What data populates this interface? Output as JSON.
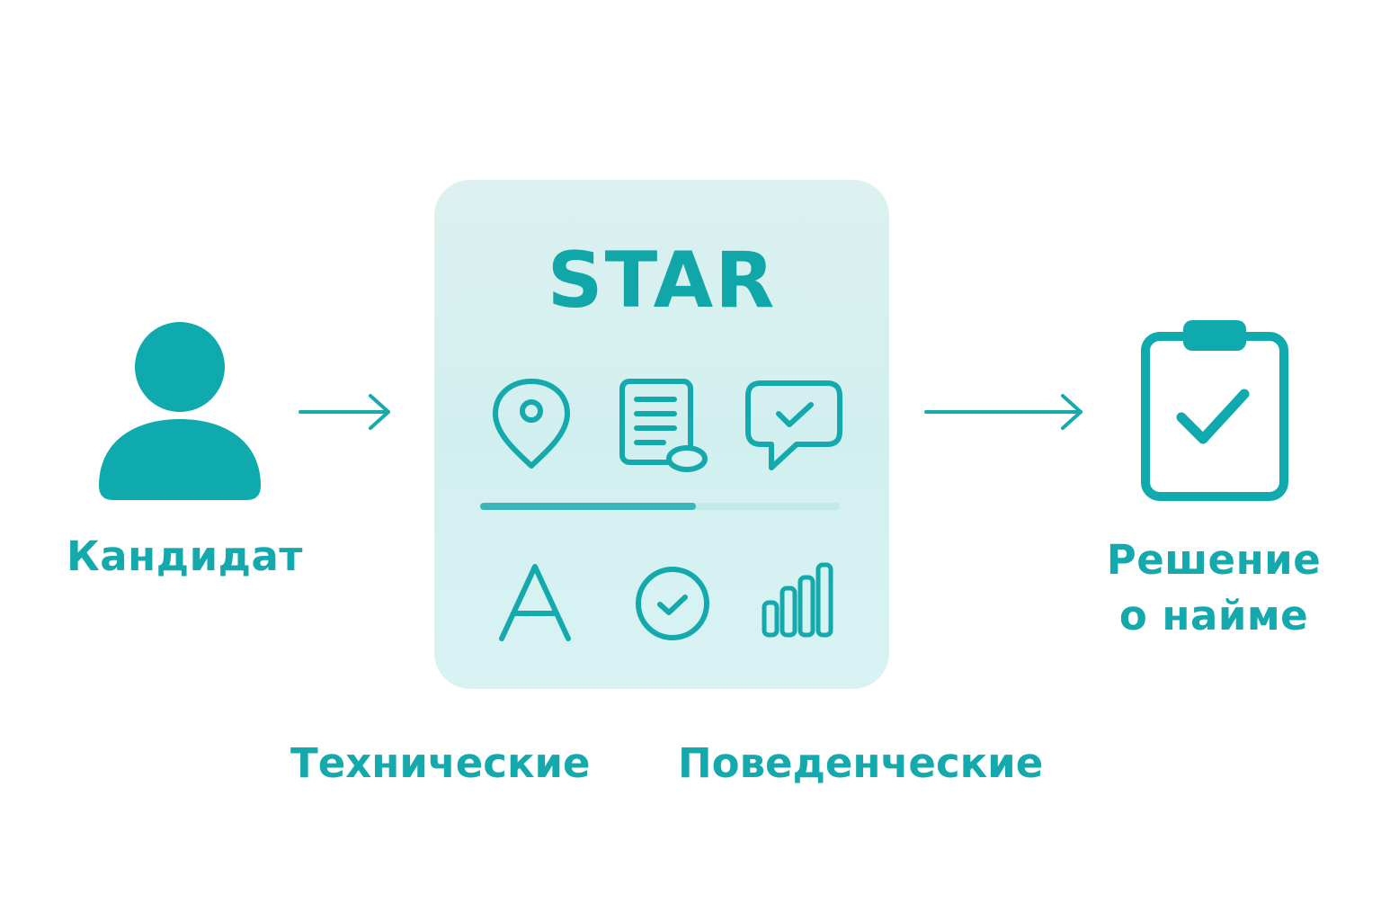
{
  "colors": {
    "accent": "#14a9ad",
    "panel_bg": "#d6f0f0",
    "progress_track": "#c2e8e8",
    "progress_fill": "#3bb6b8"
  },
  "candidate": {
    "icon": "person-icon",
    "label": "Кандидат"
  },
  "star_panel": {
    "title": "STAR",
    "top_icons": [
      "location-pin-icon",
      "document-icon",
      "chat-check-icon"
    ],
    "progress": 0.6,
    "bottom_icons": [
      "letter-a-icon",
      "check-circle-icon",
      "bar-chart-icon"
    ]
  },
  "decision": {
    "icon": "clipboard-check-icon",
    "label_line1": "Решение",
    "label_line2": "о найме"
  },
  "categories": {
    "technical": "Технические",
    "behavioral": "Поведенческие"
  }
}
